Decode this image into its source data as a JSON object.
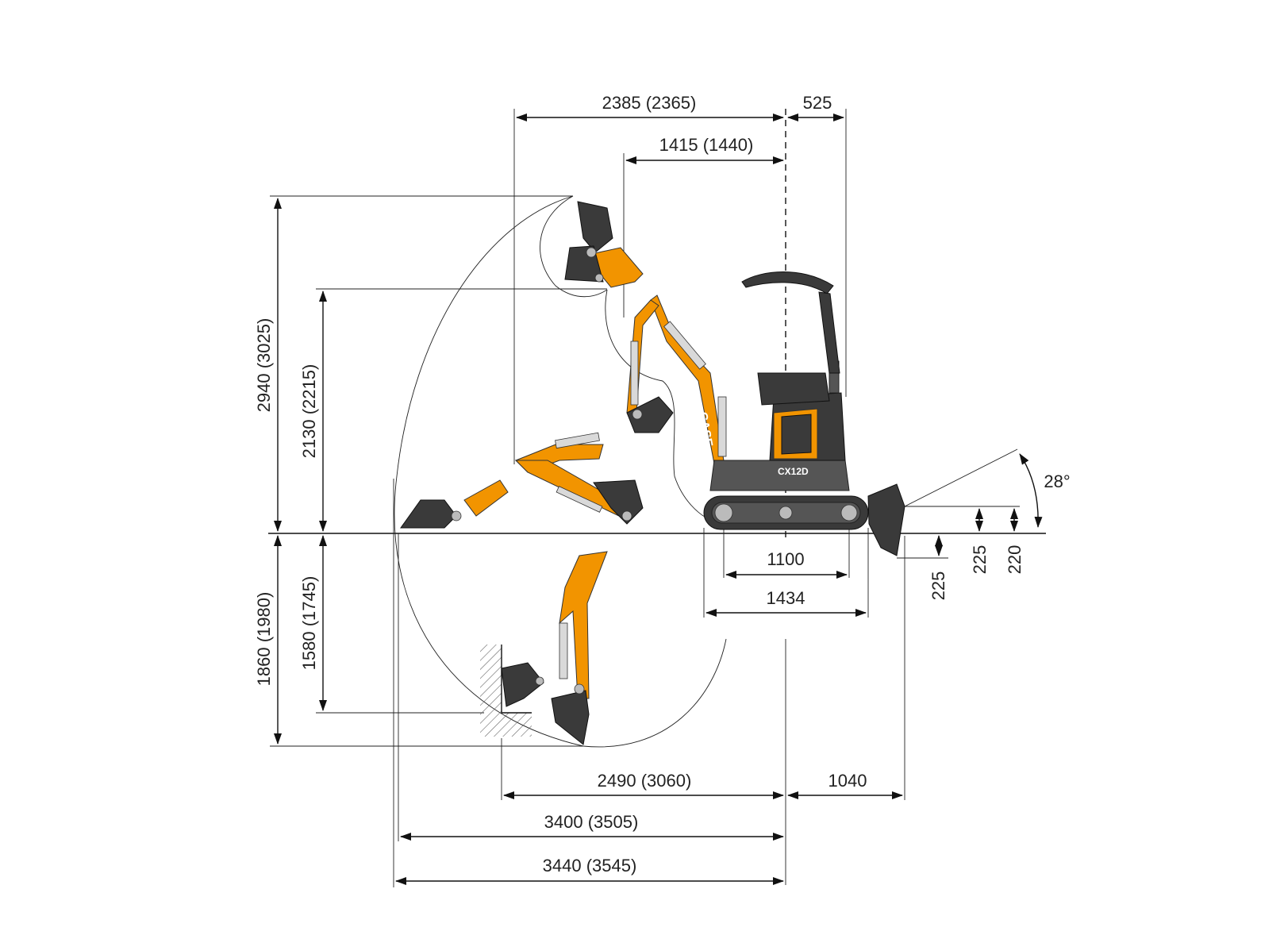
{
  "dimensions": {
    "top_reach_outer": "2385 (2365)",
    "top_rear_overhang": "525",
    "top_reach_inner": "1415 (1440)",
    "max_height": "2940 (3025)",
    "dump_height": "2130 (2215)",
    "dig_depth": "1860 (1980)",
    "vertical_wall_depth": "1580 (1745)",
    "track_center_length": "1100",
    "track_length": "1434",
    "blade_height_left": "225",
    "blade_height_right": "220",
    "blade_depth": "225",
    "blade_angle": "28°",
    "reach_vertical_wall": "2490 (3060)",
    "blade_reach": "1040",
    "reach_ground": "3400 (3505)",
    "max_reach": "3440 (3545)"
  },
  "branding": {
    "boom_logo": "CASE",
    "model_label": "CX12D"
  },
  "colors": {
    "machine_orange": "#F29400",
    "machine_grey": "#555555",
    "line": "#111111"
  }
}
